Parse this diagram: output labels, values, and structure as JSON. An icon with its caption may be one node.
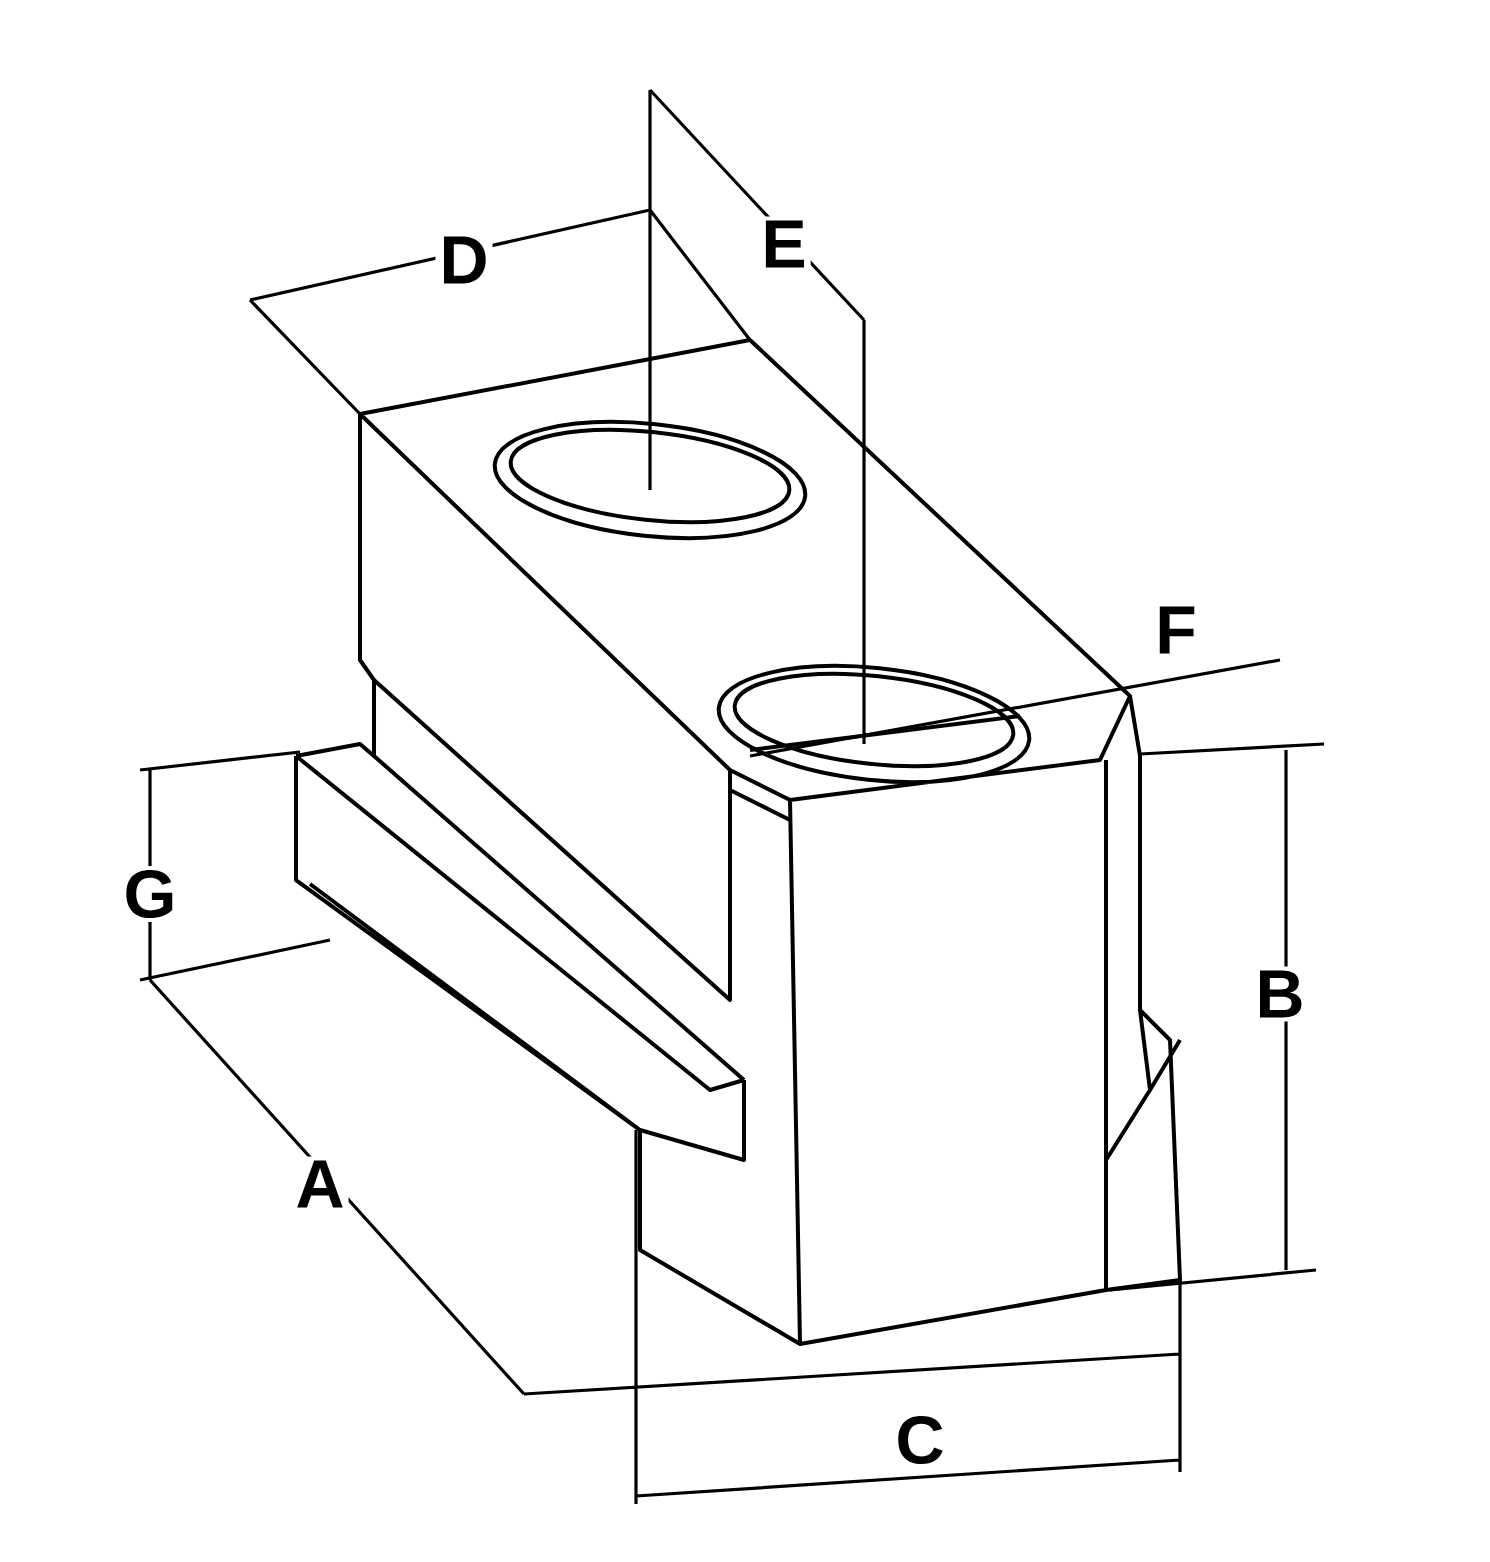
{
  "diagram": {
    "labels": [
      "D",
      "E",
      "F",
      "G",
      "B",
      "A",
      "C"
    ]
  }
}
